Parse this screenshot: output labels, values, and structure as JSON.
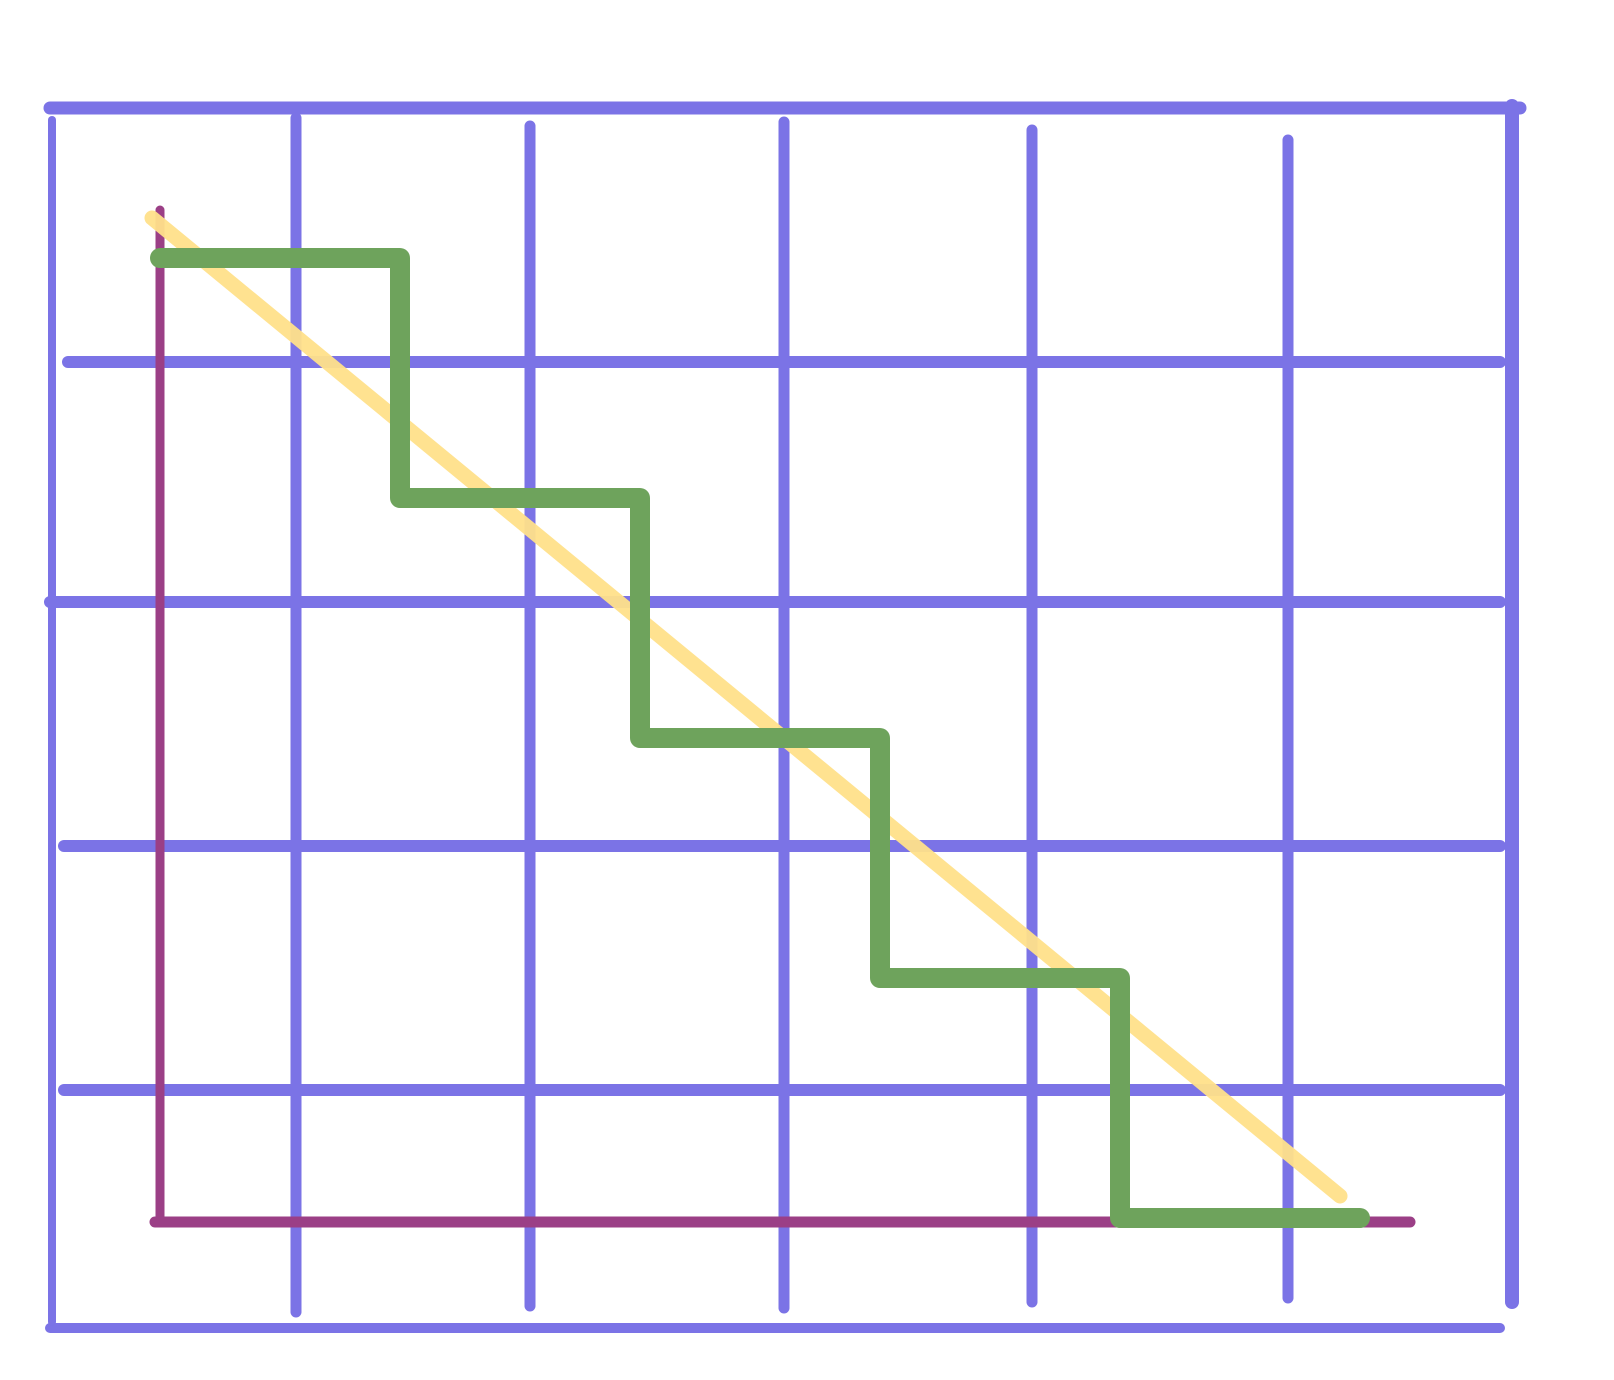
{
  "chart_data": {
    "type": "line",
    "title": "",
    "xlabel": "",
    "ylabel": "",
    "xlim": [
      0,
      5
    ],
    "ylim": [
      0,
      4
    ],
    "grid": true,
    "series": [
      {
        "style": "diagonal",
        "color": "#FFE08A",
        "x": [
          0,
          5
        ],
        "y": [
          4,
          0
        ]
      },
      {
        "style": "step",
        "color": "#6EA35C",
        "x": [
          0,
          1,
          1,
          2,
          2,
          3,
          3,
          4,
          4,
          5
        ],
        "y": [
          4,
          4,
          3,
          3,
          2,
          2,
          1,
          1,
          0,
          0
        ]
      }
    ]
  },
  "colors": {
    "grid": "#7B73E6",
    "axes": "#9B3F86",
    "diagonal": "#FFE08A",
    "step": "#6EA35C",
    "background": "#FFFFFF"
  }
}
